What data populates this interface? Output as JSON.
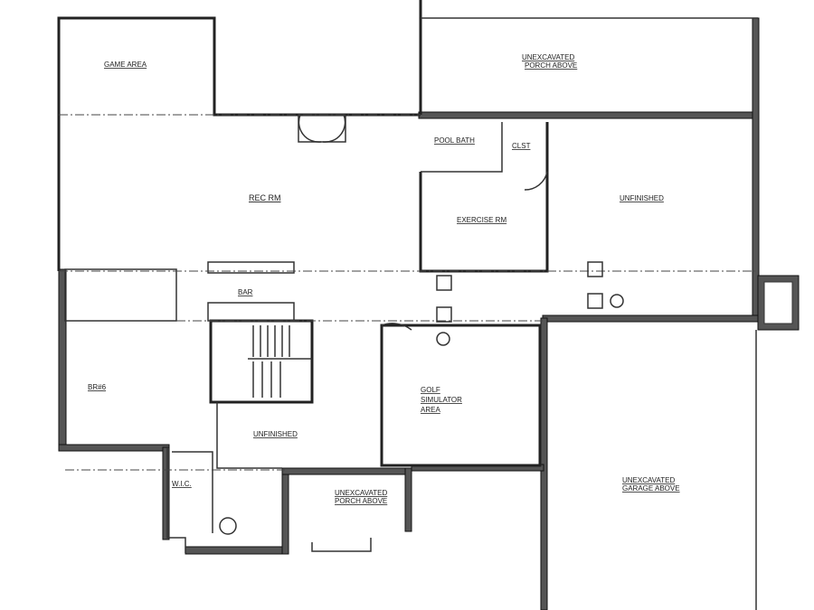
{
  "rooms": {
    "game_area": "GAME AREA",
    "porch_above_top_1": "UNEXCAVATED",
    "porch_above_top_2": "PORCH ABOVE",
    "pool_bath": "POOL BATH",
    "closet": "CLST",
    "rec_room": "REC RM",
    "exercise_room": "EXERCISE RM",
    "unfinished_right": "UNFINISHED",
    "bar": "BAR",
    "bedroom": "BR#6",
    "golf_1": "GOLF",
    "golf_2": "SIMULATOR",
    "golf_3": "AREA",
    "unfinished_center": "UNFINISHED",
    "walk_in_closet": "W.I.C.",
    "porch_above_bottom_1": "UNEXCAVATED",
    "porch_above_bottom_2": "PORCH ABOVE",
    "garage_above_1": "UNEXCAVATED",
    "garage_above_2": "GARAGE ABOVE"
  },
  "colors": {
    "wall": "#222222",
    "hatch": "#555555",
    "background": "#ffffff"
  }
}
